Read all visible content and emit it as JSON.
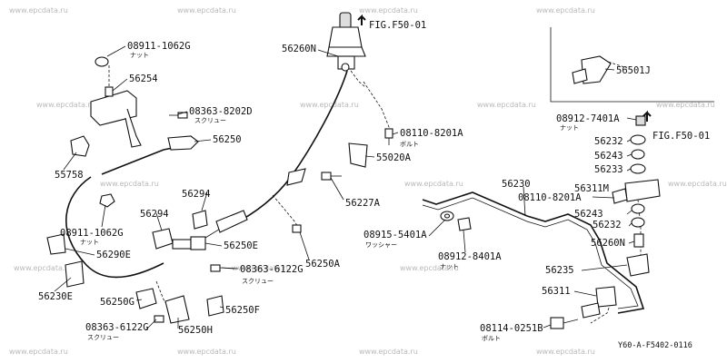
{
  "watermark": "www.epcdata.ru",
  "diagram_code": "Y60-A-F5402-0116",
  "fig_refs": [
    "FIG.F50-01",
    "FIG.F50-01"
  ],
  "callouts": [
    {
      "code": "08911-1062G",
      "note": "ナット"
    },
    {
      "code": "56254"
    },
    {
      "code": "08363-8202D",
      "note": "スクリュー"
    },
    {
      "code": "56250"
    },
    {
      "code": "55758"
    },
    {
      "code": "56294"
    },
    {
      "code": "08911-1062G",
      "note": "ナット"
    },
    {
      "code": "56294"
    },
    {
      "code": "56290E"
    },
    {
      "code": "56250E"
    },
    {
      "code": "08363-6122G",
      "note": "スクリュー"
    },
    {
      "code": "56230E"
    },
    {
      "code": "56250G"
    },
    {
      "code": "56250F"
    },
    {
      "code": "08363-6122G",
      "note": "スクリュー"
    },
    {
      "code": "56250H"
    },
    {
      "code": "56260N"
    },
    {
      "code": "08110-8201A",
      "note": "ボルト"
    },
    {
      "code": "55020A"
    },
    {
      "code": "56227A"
    },
    {
      "code": "56250A"
    },
    {
      "code": "08915-5401A",
      "note": "ワッシャー"
    },
    {
      "code": "08912-8401A",
      "note": "ナット"
    },
    {
      "code": "56230"
    },
    {
      "code": "08110-8201A"
    },
    {
      "code": "56501J"
    },
    {
      "code": "08912-7401A",
      "note": "ナット"
    },
    {
      "code": "56232"
    },
    {
      "code": "56243"
    },
    {
      "code": "56233"
    },
    {
      "code": "56311M"
    },
    {
      "code": "56243"
    },
    {
      "code": "56232"
    },
    {
      "code": "56260N"
    },
    {
      "code": "56235"
    },
    {
      "code": "56311"
    },
    {
      "code": "08114-0251B",
      "note": "ボルト"
    }
  ]
}
